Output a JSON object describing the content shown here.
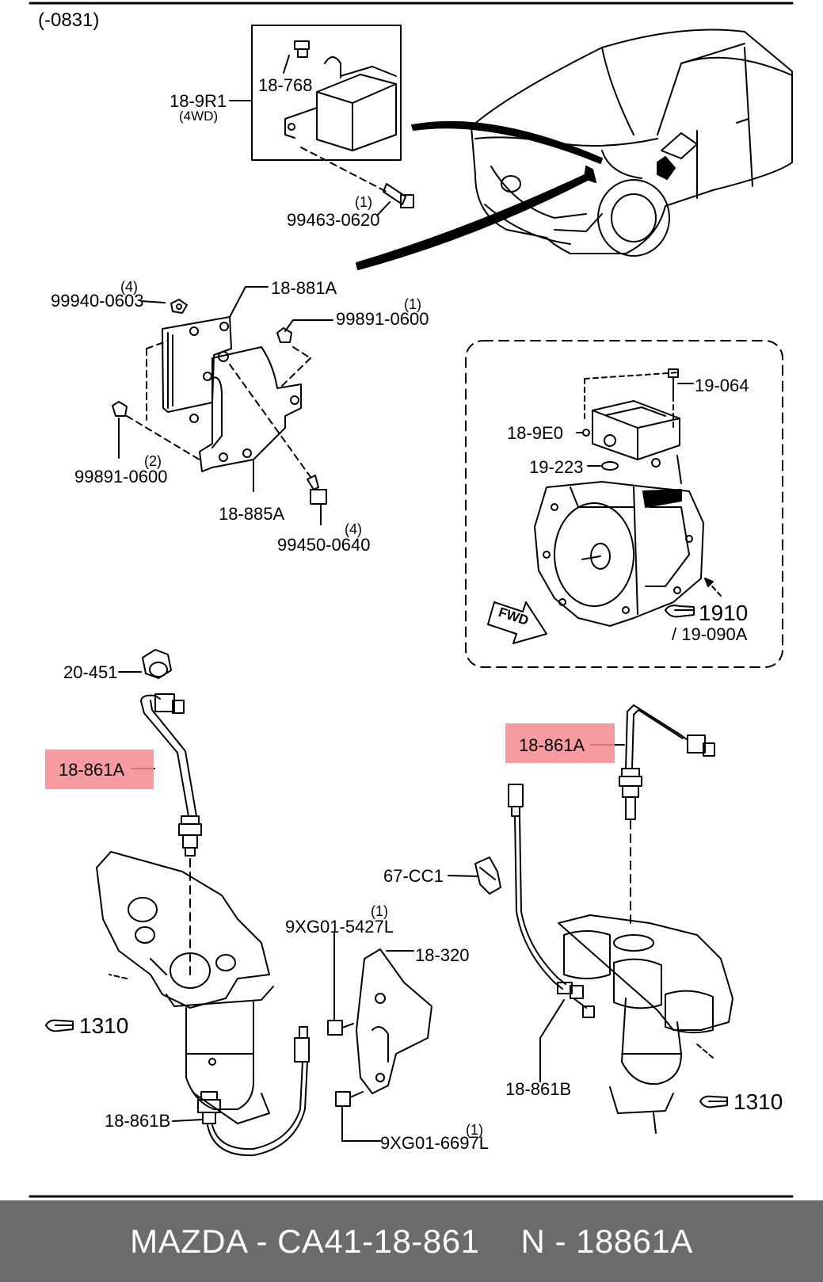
{
  "header": {
    "code": "(-0831)"
  },
  "labels": {
    "p18_768": "18-768",
    "p18_9r1": "18-9R1",
    "p4wd": "(4WD)",
    "q1a": "(1)",
    "p99463": "99463-0620",
    "q4a": "(4)",
    "p99940": "99940-0603",
    "p18_881a": "18-881A",
    "q1b": "(1)",
    "p99891a": "99891-0600",
    "q2": "(2)",
    "p99891b": "99891-0600",
    "p18_885a": "18-885A",
    "q4b": "(4)",
    "p99450": "99450-0640",
    "p19_064": "19-064",
    "p18_9e0": "18-9E0",
    "p19_223": "19-223",
    "fwd": "FWD",
    "ref1910": "1910",
    "ref19090a": "/ 19-090A",
    "p20_451": "20-451",
    "p18_861a_left": "18-861A",
    "p18_861a_right": "18-861A",
    "p67_cc1": "67-CC1",
    "q1c": "(1)",
    "p9xg01_5427l": "9XG01-5427L",
    "p18_320": "18-320",
    "ref1310_left": "1310",
    "ref1310_right": "1310",
    "p18_861b_left": "18-861B",
    "p18_861b_right": "18-861B",
    "q1d": "(1)",
    "p9xg01_6697l": "9XG01-6697L"
  },
  "footer": {
    "brand_part": "MAZDA - CA41-18-861",
    "n_code": "N - 18861A"
  },
  "colors": {
    "highlight": "#f48b8f",
    "footer_bg": "#6b6b6b",
    "footer_text": "#ffffff"
  }
}
